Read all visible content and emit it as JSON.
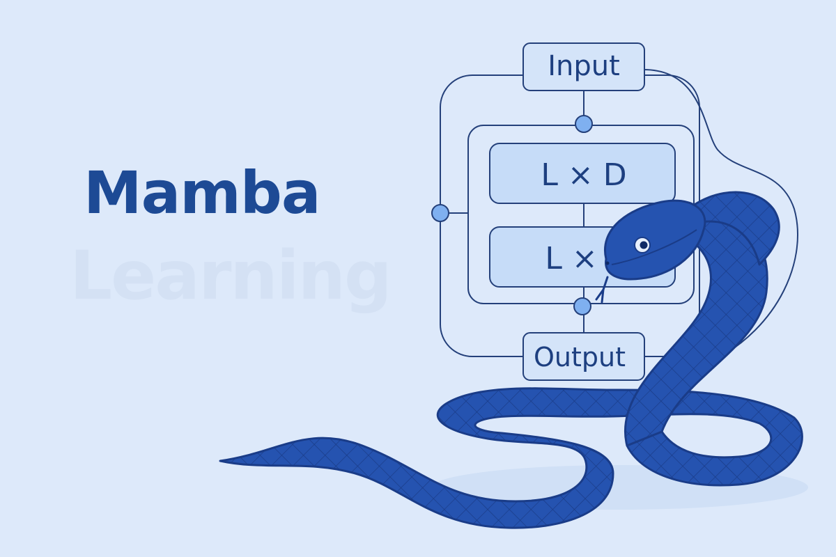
{
  "title": "Mamba",
  "subtitle": "Learning",
  "diagram": {
    "input_label": "Input",
    "layer1_label": "L × D",
    "layer2_label": "L ×",
    "output_label": "Output"
  },
  "colors": {
    "background": "#dde9fa",
    "title": "#1d4a95",
    "line": "#24407a",
    "box_fill": "#c6dcf8",
    "node_fill": "#7fb0f0",
    "snake_body": "#2553b0",
    "snake_dark": "#1a3c88"
  },
  "icons": {
    "snake": "snake-illustration"
  }
}
